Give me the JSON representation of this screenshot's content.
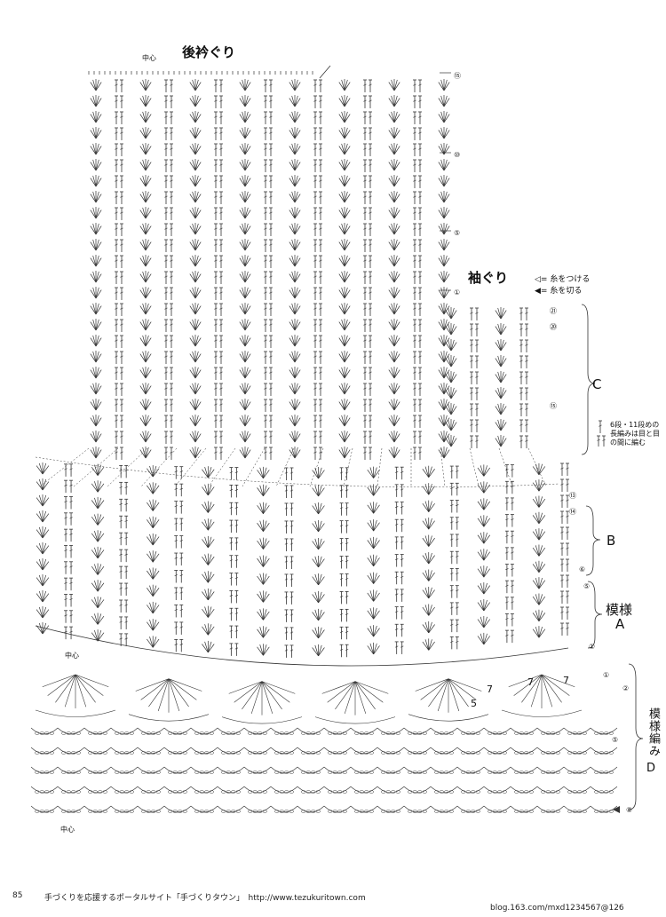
{
  "labels": {
    "back_neck": "後衿ぐり",
    "armhole": "袖ぐり",
    "center": "中心",
    "section_c": "C",
    "section_b": "B",
    "pattern_a_line1": "模様",
    "pattern_a_line2": "A",
    "pattern_d": "模様編み",
    "pattern_d_letter": "D"
  },
  "legend": {
    "attach_yarn": "= 糸をつける",
    "cut_yarn": "= 糸を切る"
  },
  "note": {
    "text": "6段・11段めの長編みは目と目の間に編む"
  },
  "row_markers": {
    "top_right": [
      "⑮",
      "⑩",
      "⑤",
      "①"
    ],
    "section_c": [
      "㉑",
      "⑳",
      "⑮"
    ],
    "section_b": [
      "⑬",
      "⑭",
      "⑥"
    ],
    "section_a": [
      "⑤",
      "①"
    ],
    "section_d": [
      "①",
      "②",
      "⑤",
      "⑧"
    ]
  },
  "repeat_counts": [
    "5",
    "7",
    "7",
    "7"
  ],
  "footer": {
    "page_number": "85",
    "site_text": "手づくりを応援するポータルサイト「手づくりタウン」　http://www.tezukuritown.com",
    "watermark": "blog.163.com/mxd1234567@126"
  }
}
